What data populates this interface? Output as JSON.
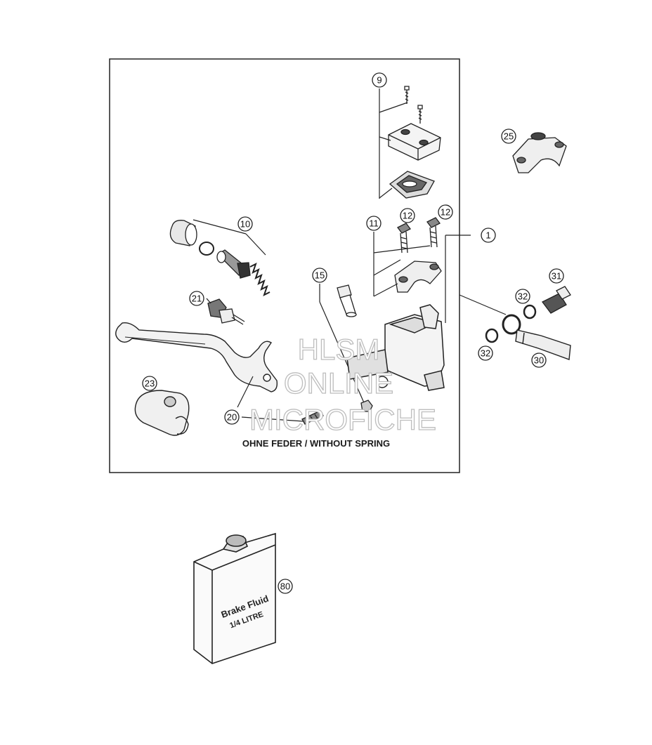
{
  "watermark": {
    "line1": "HLSM",
    "line2": "ONLINE",
    "line3": "MICROFICHE"
  },
  "note": "OHNE FEDER / WITHOUT SPRING",
  "bottle": {
    "line1": "Brake Fluid",
    "line2": "1/4 LITRE"
  },
  "callouts": {
    "c1": "1",
    "c9": "9",
    "c10": "10",
    "c11": "11",
    "c12a": "12",
    "c12b": "12",
    "c15": "15",
    "c20": "20",
    "c21": "21",
    "c23": "23",
    "c25": "25",
    "c30": "30",
    "c31": "31",
    "c32a": "32",
    "c32b": "32",
    "c80": "80"
  }
}
